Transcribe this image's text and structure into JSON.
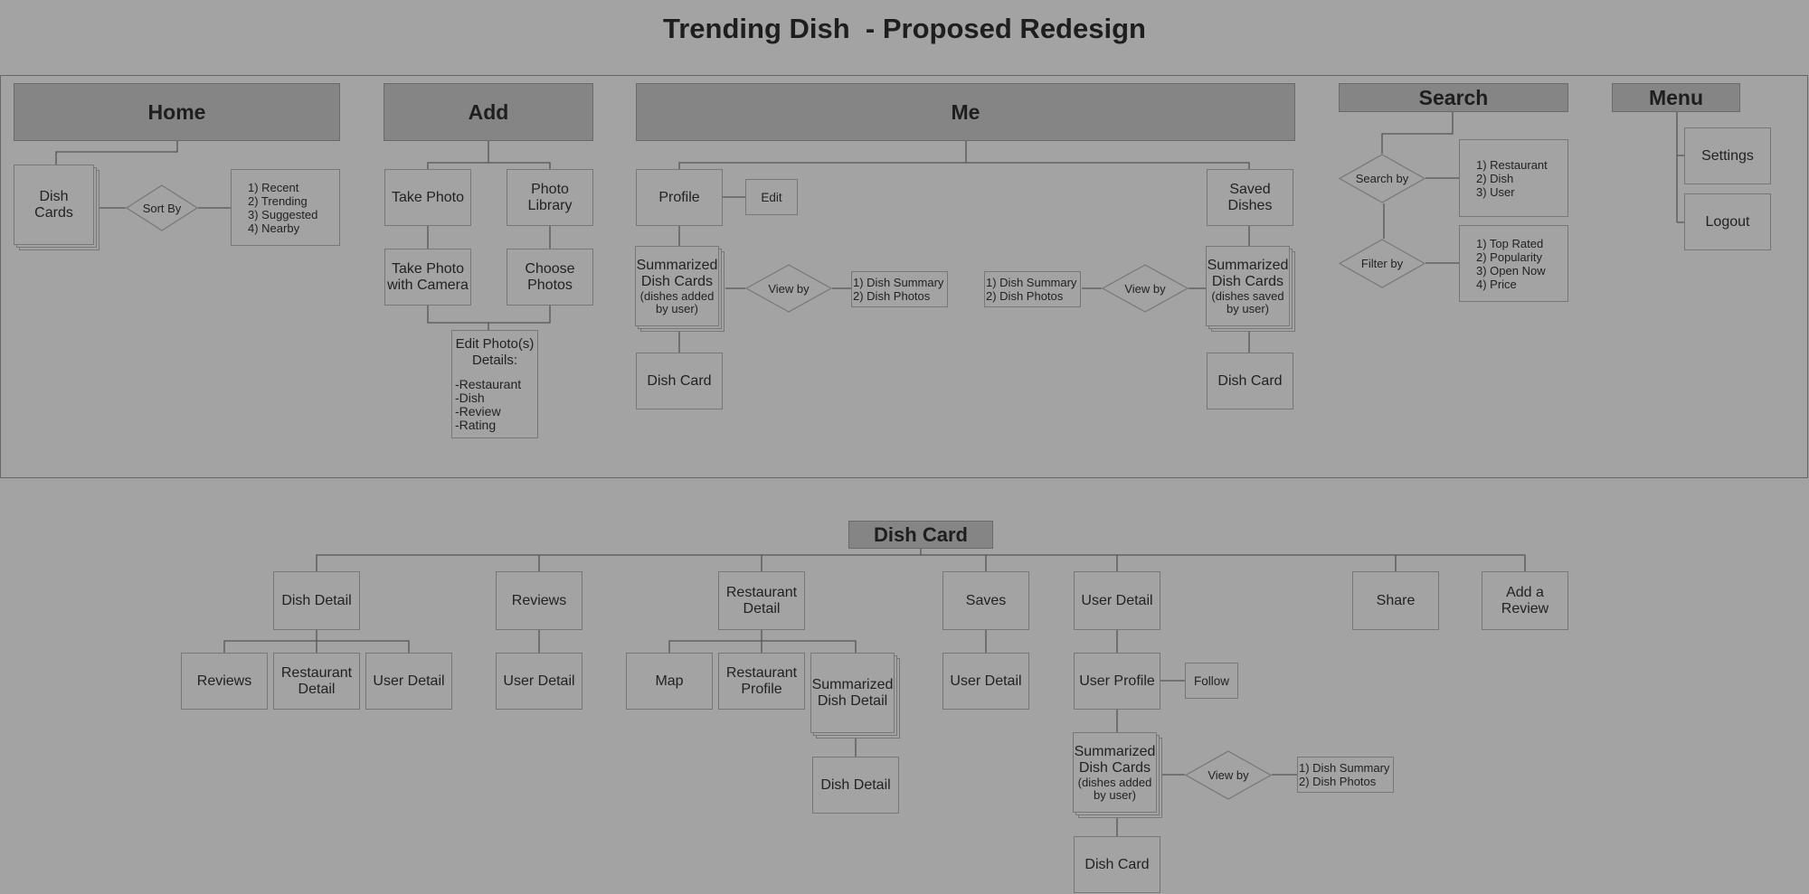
{
  "title": "Trending Dish  - Proposed Redesign",
  "headers": {
    "home": "Home",
    "add": "Add",
    "me": "Me",
    "search": "Search",
    "menu": "Menu",
    "dish_card": "Dish Card"
  },
  "home": {
    "dish_cards": [
      "Dish",
      "Cards"
    ],
    "sort_by": "Sort By",
    "sort_options": [
      "1) Recent",
      "2) Trending",
      "3) Suggested",
      "4) Nearby"
    ]
  },
  "add": {
    "take_photo": [
      "Take Photo"
    ],
    "photo_library": [
      "Photo Library"
    ],
    "take_photo_camera": [
      "Take Photo",
      "with Camera"
    ],
    "choose_photos": [
      "Choose",
      "Photos"
    ],
    "edit_details_title": [
      "Edit Photo(s)",
      "Details:"
    ],
    "edit_details_items": [
      "-Restaurant",
      "-Dish",
      "-Review",
      "-Rating"
    ]
  },
  "me": {
    "profile": [
      "Profile"
    ],
    "edit": [
      "Edit"
    ],
    "summarized_added": [
      "Summarized",
      "Dish Cards"
    ],
    "summarized_added_sub": [
      "(dishes added",
      "by user)"
    ],
    "view_by_left": "View by",
    "view_options_left": [
      "1) Dish Summary",
      "2) Dish Photos"
    ],
    "dish_card_left": [
      "Dish Card"
    ],
    "saved_dishes": [
      "Saved",
      "Dishes"
    ],
    "summarized_saved": [
      "Summarized",
      "Dish Cards"
    ],
    "summarized_saved_sub": [
      "(dishes saved",
      "by user)"
    ],
    "view_by_right": "View by",
    "view_options_right": [
      "1) Dish Summary",
      "2) Dish Photos"
    ],
    "dish_card_right": [
      "Dish Card"
    ]
  },
  "search": {
    "search_by": "Search by",
    "search_options": [
      "1) Restaurant",
      "2) Dish",
      "3) User"
    ],
    "filter_by": "Filter by",
    "filter_options": [
      "1) Top Rated",
      "2) Popularity",
      "3) Open Now",
      "4) Price"
    ]
  },
  "menu": {
    "settings": [
      "Settings"
    ],
    "logout": [
      "Logout"
    ]
  },
  "dish_card": {
    "dish_detail": [
      "Dish Detail"
    ],
    "reviews": [
      "Reviews"
    ],
    "restaurant_detail": [
      "Restaurant",
      "Detail"
    ],
    "saves": [
      "Saves"
    ],
    "user_detail": [
      "User Detail"
    ],
    "share": [
      "Share"
    ],
    "add_review": [
      "Add a",
      "Review"
    ],
    "dd_reviews": [
      "Reviews"
    ],
    "dd_restaurant_detail": [
      "Restaurant",
      "Detail"
    ],
    "dd_user_detail": [
      "User Detail"
    ],
    "rev_user_detail": [
      "User Detail"
    ],
    "map": [
      "Map"
    ],
    "restaurant_profile": [
      "Restaurant",
      "Profile"
    ],
    "summarized_dish_detail": [
      "Summarized",
      "Dish Detail"
    ],
    "sdd_dish_detail": [
      "Dish Detail"
    ],
    "saves_user_detail": [
      "User Detail"
    ],
    "user_profile": [
      "User Profile"
    ],
    "follow": [
      "Follow"
    ],
    "user_summarized": [
      "Summarized",
      "Dish Cards"
    ],
    "user_summarized_sub": [
      "(dishes added",
      "by user)"
    ],
    "view_by": "View by",
    "view_options": [
      "1) Dish Summary",
      "2) Dish Photos"
    ],
    "user_dish_card": [
      "Dish Card"
    ]
  }
}
